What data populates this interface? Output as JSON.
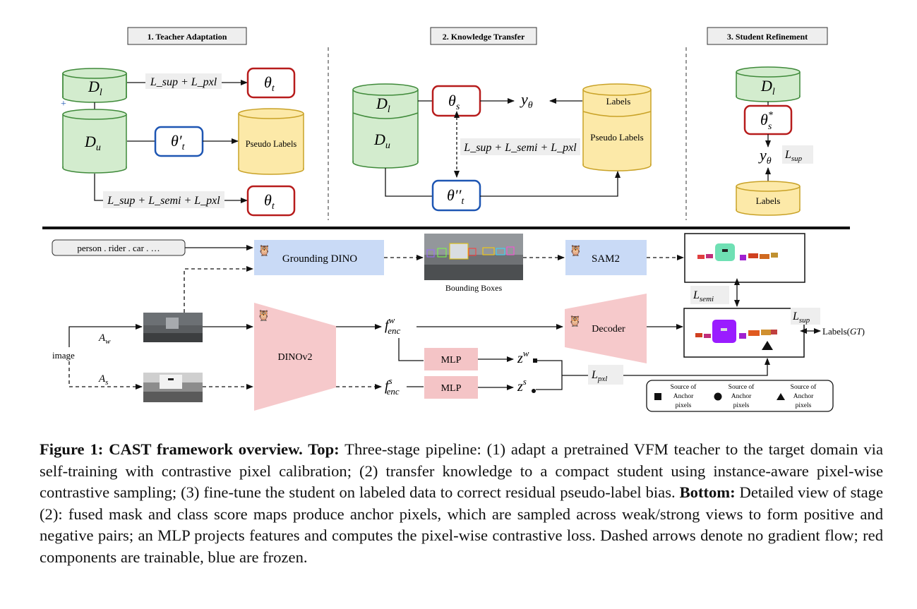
{
  "top": {
    "stage1": {
      "title": "1. Teacher Adaptation",
      "db_labeled": "D",
      "db_labeled_sub": "l",
      "db_unlabeled": "D",
      "db_unlabeled_sub": "u",
      "plus": "+",
      "loss_sup": "L_sup + L_pxl",
      "loss_full": "L_sup + L_semi + L_pxl",
      "theta_t": "θ",
      "theta_t_sub": "t",
      "theta_t_prime": "θ′",
      "theta_t_prime_sub": "t",
      "pseudo_labels": "Pseudo Labels"
    },
    "stage2": {
      "title": "2. Knowledge Transfer",
      "db_labeled": "D",
      "db_labeled_sub": "l",
      "db_unlabeled": "D",
      "db_unlabeled_sub": "u",
      "theta_s": "θ",
      "theta_s_sub": "s",
      "y_theta": "y",
      "y_theta_sub": "θ",
      "labels": "Labels",
      "pseudo_labels": "Pseudo Labels",
      "loss": "L_sup + L_semi + L_pxl",
      "theta_t_dprime": "θ′′",
      "theta_t_dprime_sub": "t"
    },
    "stage3": {
      "title": "3. Student Refinement",
      "db_labeled": "D",
      "db_labeled_sub": "l",
      "theta_s_star": "θ",
      "theta_s_star_sup": "*",
      "theta_s_star_sub": "s",
      "y_theta": "y",
      "y_theta_sub": "θ",
      "loss": "L",
      "loss_sub": "sup",
      "labels": "Labels"
    }
  },
  "bottom": {
    "prompt": "person . rider . car . …",
    "grounding_dino": "Grounding DINO",
    "bounding_boxes": "Bounding Boxes",
    "sam2": "SAM2",
    "l_semi": "L",
    "l_semi_sub": "semi",
    "l_sup": "L",
    "l_sup_sub": "sup",
    "labels_gt": "Labels(",
    "labels_gt_math": "GT",
    "labels_gt_close": ")",
    "image": "image",
    "a_w": "A",
    "a_w_sub": "w",
    "a_s": "A",
    "a_s_sub": "s",
    "dinov2": "DINOv2",
    "f_enc_w": "f",
    "f_enc_w_sup": "w",
    "f_enc_w_sub": "enc",
    "f_enc_s": "f",
    "f_enc_s_sup": "s",
    "f_enc_s_sub": "enc",
    "mlp": "MLP",
    "z_w": "z",
    "z_w_sup": "w",
    "z_s": "z",
    "z_s_sup": "s",
    "l_pxl": "L",
    "l_pxl_sub": "pxl",
    "decoder": "Decoder",
    "legend": [
      {
        "shape": "square",
        "line1": "Source of",
        "line2": "Anchor",
        "line3": "pixels"
      },
      {
        "shape": "circle",
        "line1": "Source of",
        "line2": "Anchor",
        "line3": "pixels"
      },
      {
        "shape": "triangle",
        "line1": "Source of",
        "line2": "Anchor",
        "line3": "pixels"
      }
    ],
    "colors": {
      "trainable": "#b71c1c",
      "frozen": "#1e56b3",
      "db_green": "#d3ecce",
      "db_yellow": "#fce9a8",
      "blue_box": "#c9daf6",
      "pink": "#f6c9cb"
    }
  },
  "caption": {
    "label": "Figure 1: CAST framework overview. Top:",
    "top_text": " Three-stage pipeline: (1) adapt a pretrained VFM teacher to the target domain via self-training with contrastive pixel calibration; (2) transfer knowledge to a compact student using instance-aware pixel-wise contrastive sampling; (3) fine-tune the student on labeled data to correct residual pseudo-label bias. ",
    "bottom_label": "Bottom:",
    "bottom_text": " Detailed view of stage (2): fused mask and class score maps produce anchor pixels, which are sampled across weak/strong views to form positive and negative pairs; an MLP projects features and computes the pixel-wise contrastive loss. Dashed arrows denote no gradient flow; red components are trainable, blue are frozen."
  }
}
